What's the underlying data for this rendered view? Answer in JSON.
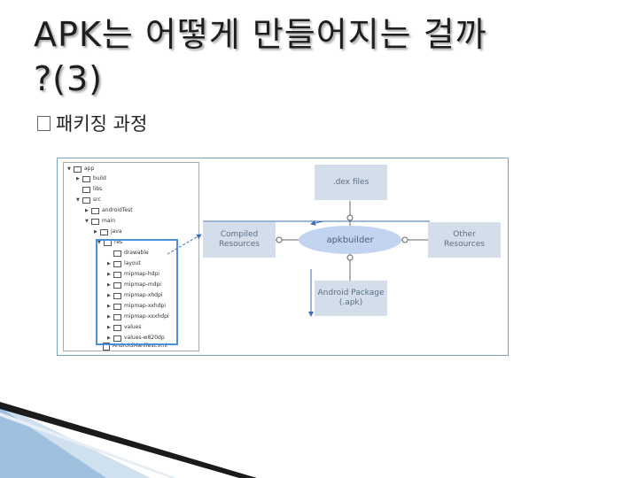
{
  "slide": {
    "title_line1": "APK는 어떻게 만들어지는 걸까",
    "title_line2": "?(3)",
    "bullet_text": "패키징 과정"
  },
  "tree": {
    "rows": [
      {
        "label": "app",
        "type": "folder",
        "expanded": true
      },
      {
        "label": "build",
        "type": "folder",
        "expanded": false
      },
      {
        "label": "libs",
        "type": "folder",
        "expanded": false
      },
      {
        "label": "src",
        "type": "folder",
        "expanded": true
      },
      {
        "label": "androidTest",
        "type": "folder",
        "expanded": false
      },
      {
        "label": "main",
        "type": "folder",
        "expanded": true
      },
      {
        "label": "java",
        "type": "folder",
        "expanded": false
      },
      {
        "label": "res",
        "type": "folder",
        "expanded": true
      },
      {
        "label": "drawable",
        "type": "folder",
        "expanded": false
      },
      {
        "label": "layout",
        "type": "folder",
        "expanded": false
      },
      {
        "label": "mipmap-hdpi",
        "type": "folder",
        "expanded": false
      },
      {
        "label": "mipmap-mdpi",
        "type": "folder",
        "expanded": false
      },
      {
        "label": "mipmap-xhdpi",
        "type": "folder",
        "expanded": false
      },
      {
        "label": "mipmap-xxhdpi",
        "type": "folder",
        "expanded": false
      },
      {
        "label": "mipmap-xxxhdpi",
        "type": "folder",
        "expanded": false
      },
      {
        "label": "values",
        "type": "folder",
        "expanded": false
      },
      {
        "label": "values-w820dp",
        "type": "folder",
        "expanded": false
      },
      {
        "label": "AndroidManifest.xml",
        "type": "file",
        "expanded": false
      }
    ]
  },
  "diagram": {
    "dex_files": ".dex files",
    "compiled_resources_line1": "Compiled",
    "compiled_resources_line2": "Resources",
    "apkbuilder": "apkbuilder",
    "other_resources_line1": "Other",
    "other_resources_line2": "Resources",
    "android_package_line1": "Android Package",
    "android_package_line2": "(.apk)"
  },
  "colors": {
    "box_fill": "#d3deea",
    "ellipse_fill": "#c2d4f0",
    "highlight": "#4d8fd6",
    "arrow": "#3b6fb5"
  }
}
